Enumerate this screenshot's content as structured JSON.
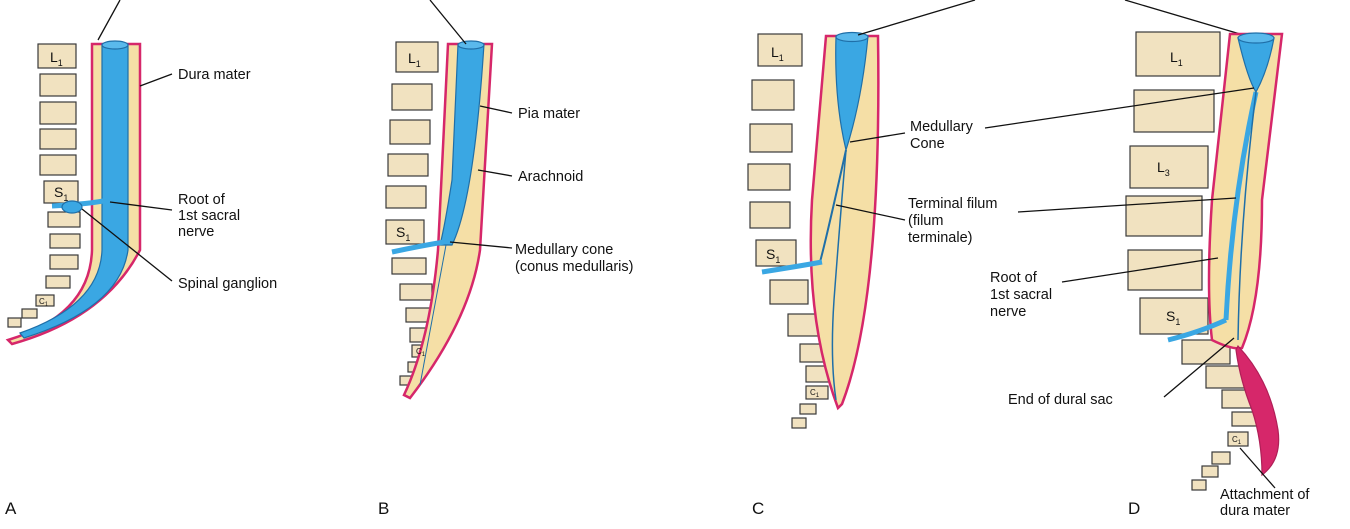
{
  "colors": {
    "spinal_cord": "#3aa7e3",
    "cord_edge": "#1f6fa8",
    "arachnoid": "#f5dfa6",
    "dura": "#d6276a",
    "vertebra_fill": "#f1e2c0",
    "vertebra_edge": "#3a3a3a"
  },
  "panels": {
    "a": {
      "letter": "A",
      "labels": {
        "dura_mater": "Dura mater",
        "root_l1": "Root of",
        "root_l2": "1st sacral",
        "root_l3": "nerve",
        "spinal_ganglion": "Spinal ganglion"
      },
      "vertebrae": {
        "l1": "L",
        "l1_sub": "1",
        "s1": "S",
        "s1_sub": "1",
        "c1": "C",
        "c1_sub": "1"
      }
    },
    "b": {
      "letter": "B",
      "labels": {
        "pia_mater": "Pia mater",
        "arachnoid": "Arachnoid",
        "cone_l1": "Medullary cone",
        "cone_l2": "(conus medullaris)"
      },
      "vertebrae": {
        "l1": "L",
        "l1_sub": "1",
        "s1": "S",
        "s1_sub": "1",
        "c1": "C",
        "c1_sub": "1"
      }
    },
    "c": {
      "letter": "C",
      "labels": {
        "cone_l1": "Medullary",
        "cone_l2": "Cone",
        "filum_l1": "Terminal filum",
        "filum_l2": "(filum",
        "filum_l3": "terminale)"
      },
      "vertebrae": {
        "l1": "L",
        "l1_sub": "1",
        "s1": "S",
        "s1_sub": "1",
        "c1": "C",
        "c1_sub": "1"
      }
    },
    "d": {
      "letter": "D",
      "labels": {
        "root_l1": "Root of",
        "root_l2": "1st sacral",
        "root_l3": "nerve",
        "end_dural_sac": "End of dural sac",
        "attach_l1": "Attachment of",
        "attach_l2": "dura mater"
      },
      "vertebrae": {
        "l1": "L",
        "l1_sub": "1",
        "l3": "L",
        "l3_sub": "3",
        "s1": "S",
        "s1_sub": "1",
        "c1": "C",
        "c1_sub": "1"
      }
    }
  }
}
